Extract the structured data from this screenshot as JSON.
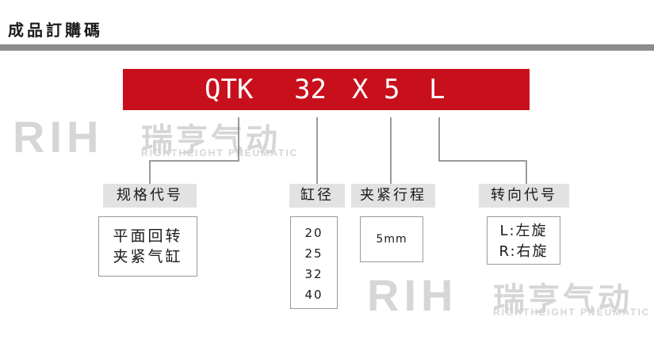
{
  "header": {
    "title": "成品訂購碼"
  },
  "model_code": {
    "series": "QTK",
    "bore": "32",
    "separator": "X",
    "stroke": "5",
    "rotation": "L"
  },
  "watermark": {
    "logo": "RIH",
    "brand_cn": "瑞亨气动",
    "brand_en": "RIGHTHEIGHT PNEUMATIC"
  },
  "fields": {
    "spec": {
      "label": "规格代号",
      "values": [
        "平面回转",
        "夹紧气缸"
      ]
    },
    "bore": {
      "label": "缸径",
      "values": [
        "20",
        "25",
        "32",
        "40"
      ]
    },
    "stroke": {
      "label": "夹紧行程",
      "values": [
        "5mm"
      ]
    },
    "rotation": {
      "label": "转向代号",
      "values": [
        "L:左旋",
        "R:右旋"
      ]
    }
  },
  "colors": {
    "code_background": "#c8101c",
    "divider": "#8c8c8c",
    "label_background": "#e2e2e2"
  }
}
